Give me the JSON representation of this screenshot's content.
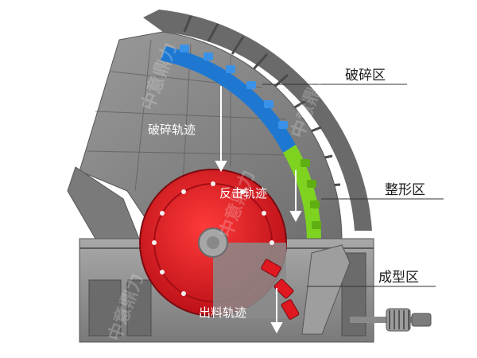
{
  "labels": {
    "crushing_zone": "破碎区",
    "shaping_zone": "整形区",
    "forming_zone": "成型区",
    "crushing_path": "破碎轨迹",
    "rebound_path": "反击轨迹",
    "discharge_path": "出料轨迹"
  },
  "colors": {
    "blue_liner": "#1e78d2",
    "green_liner": "#7ed321",
    "rotor_red": "#d8111b",
    "body_gray": "#8c8c8c",
    "arrow_white": "#ffffff"
  },
  "watermark": "中意鼎力"
}
